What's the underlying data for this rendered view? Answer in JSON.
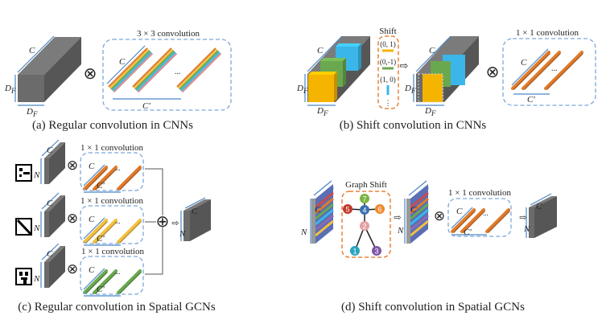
{
  "colors": {
    "gray": "#6b6b6b",
    "orange": "#e07a2a",
    "yellow": "#f4c040",
    "green": "#6aa84f",
    "blue": "#3bb6e8",
    "gold": "#f5b400",
    "dimension": "#4a86c8"
  },
  "panel_a": {
    "kernel_title": "3 × 3 convolution",
    "labels": {
      "c": "C",
      "df_left": "D",
      "df_bottom": "D",
      "sub": "F",
      "c_prime": "C'",
      "dots": "..."
    },
    "operator": "⊗",
    "caption": "(a) Regular convolution in CNNs"
  },
  "panel_b": {
    "shift_title": "Shift",
    "shifts": [
      "(0, 1)",
      "(0,-1)",
      "(1, 0)",
      "⋮"
    ],
    "kernel_title": "1 × 1 convolution",
    "labels": {
      "c": "C",
      "d": "D",
      "sub": "F",
      "c_prime": "C'",
      "dots": "..."
    },
    "arrow": "⇨",
    "operator": "⊗",
    "caption": "(b) Shift convolution in CNNs"
  },
  "panel_c": {
    "rows": [
      {
        "kernel_title": "1 × 1 convolution",
        "color": "#e07a2a"
      },
      {
        "kernel_title": "1 × 1 convolution",
        "color": "#f4c040"
      },
      {
        "kernel_title": "1 × 1 convolution",
        "color": "#6aa84f"
      }
    ],
    "labels": {
      "c": "C",
      "n": "N",
      "c_prime": "C'",
      "dots": "..."
    },
    "operator": "⊗",
    "sum": "⊕",
    "arrow": "⇨",
    "caption": "(c) Regular convolution in Spatial GCNs"
  },
  "panel_d": {
    "graph_title": "Graph Shift",
    "nodes": [
      {
        "id": "7",
        "color": "#7cb342"
      },
      {
        "id": "5",
        "color": "#c0392b"
      },
      {
        "id": "4",
        "color": "#3a6fb0"
      },
      {
        "id": "6",
        "color": "#ef8a2a"
      },
      {
        "id": "2",
        "color": "#e3a0a0"
      },
      {
        "id": "1",
        "color": "#2aa3c0"
      },
      {
        "id": "3",
        "color": "#7e57a8"
      }
    ],
    "kernel_title": "1 × 1 convolution",
    "labels": {
      "c": "C",
      "n": "N",
      "c_prime": "C'",
      "dots": "..."
    },
    "arrow": "⇨",
    "operator": "⊗",
    "caption": "(d) Shift convolution in Spatial GCNs"
  }
}
